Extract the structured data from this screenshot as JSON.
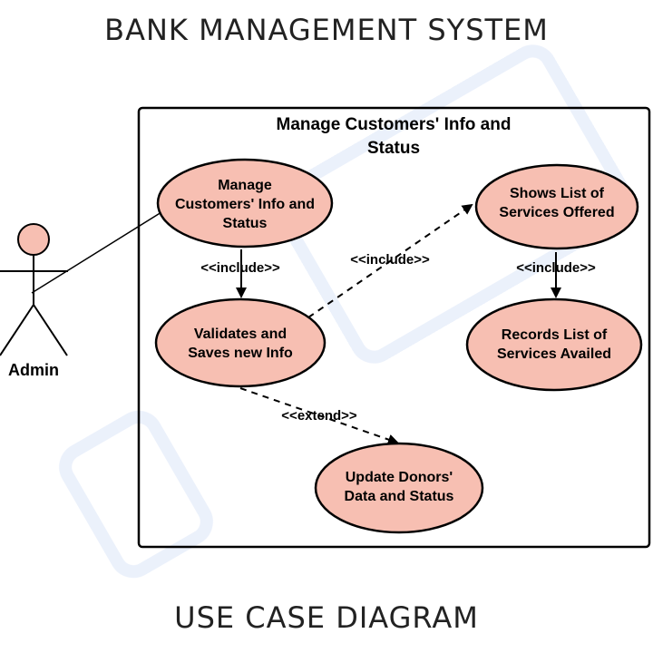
{
  "title": "BANK MANAGEMENT SYSTEM",
  "footer": "USE CASE DIAGRAM",
  "system_boundary": {
    "label_line1": "Manage Customers' Info and",
    "label_line2": "Status"
  },
  "actor": {
    "label": "Admin"
  },
  "use_cases": {
    "manage": [
      "Manage",
      "Customers' Info and",
      "Status"
    ],
    "validates": [
      "Validates and",
      "Saves new Info"
    ],
    "shows": [
      "Shows List of",
      "Services Offered"
    ],
    "records": [
      "Records List of",
      "Services Availed"
    ],
    "update": [
      "Update Donors'",
      "Data and Status"
    ]
  },
  "relationships": {
    "include_1": "<<include>>",
    "include_2": "<<include>>",
    "include_3": "<<include>>",
    "extend_1": "<<extend>>"
  },
  "colors": {
    "use_case_fill": "#f7bfb2",
    "stroke": "#000000"
  }
}
